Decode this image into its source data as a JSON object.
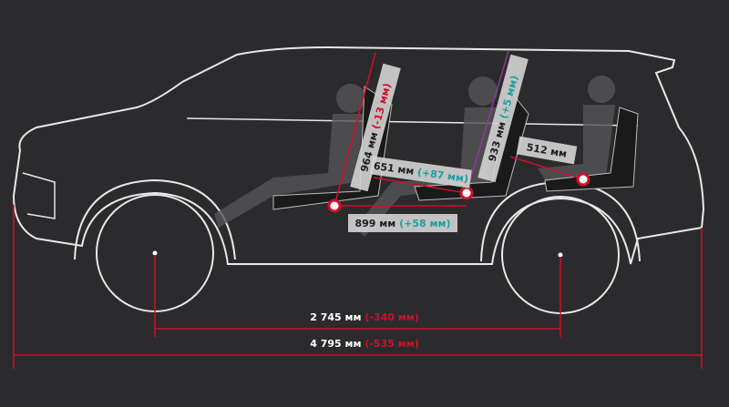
{
  "colors": {
    "background": "#2b2b2d",
    "outline": "#e8e8e8",
    "dimension": "#d0102a",
    "increase": "#1ea0a0",
    "label_bg": "#d4d4d4"
  },
  "measurements": {
    "front_headroom": {
      "value": "964 мм",
      "delta": "(-13 мм)"
    },
    "second_headroom": {
      "value": "933 мм",
      "delta": "(+5 мм)"
    },
    "second_legroom": {
      "value": "651 мм",
      "delta": "(+87 мм)"
    },
    "front_to_second": {
      "value": "899 мм",
      "delta": "(+58 мм)"
    },
    "third_legroom": {
      "value": "512 мм"
    },
    "wheelbase": {
      "value": "2 745 мм",
      "delta": "(-340 мм)"
    },
    "overall_length": {
      "value": "4 795 мм",
      "delta": "(-535 мм)"
    }
  }
}
